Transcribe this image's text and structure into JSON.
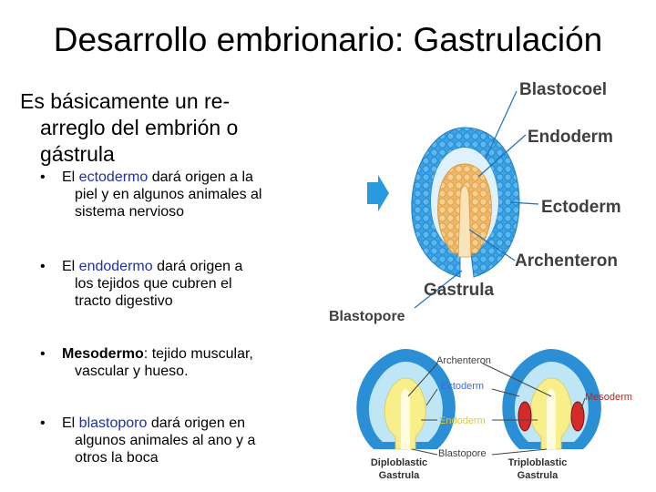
{
  "slide": {
    "title": "Desarrollo embrionario: Gastrulación",
    "intro_line1": "Es básicamente un re-",
    "intro_line2": "arreglo del embrión o",
    "intro_line3": "gástrula"
  },
  "bullets": [
    {
      "pre": "El ",
      "term": "ectodermo",
      "post_line1": " dará origen a la",
      "line2": "piel y en algunos animales al",
      "line3": "sistema nervioso"
    },
    {
      "pre": "El ",
      "term": "endodermo",
      "post_line1": " dará origen a",
      "line2": "los tejidos que cubren el",
      "line3": "tracto digestivo"
    },
    {
      "term": "Mesodermo",
      "post_line1": ": tejido muscular,",
      "line2": "vascular y hueso."
    },
    {
      "pre": "El ",
      "term": "blastoporo",
      "post_line1": " dará origen en",
      "line2": "algunos animales al ano y a",
      "line3": "otros la boca"
    }
  ],
  "figure_top": {
    "labels": {
      "blastocoel": "Blastocoel",
      "endoderm": "Endoderm",
      "ectoderm": "Ectoderm",
      "archenteron": "Archenteron",
      "gastrula": "Gastrula",
      "blastopore": "Blastopore"
    },
    "colors": {
      "ectoderm": "#3aa3e6",
      "endoderm": "#f5c87a",
      "arrow": "#2a9ae0"
    }
  },
  "figure_bottom": {
    "labels": {
      "archenteron": "Archenteron",
      "ectoderm": "Ectoderm",
      "endoderm": "Endoderm",
      "blastopore": "Blastopore",
      "mesoderm": "Mesoderm",
      "diplo_1": "Diploblastic",
      "diplo_2": "Gastrula",
      "triplo_1": "Triploblastic",
      "triplo_2": "Gastrula"
    },
    "colors": {
      "ectoderm": "#2b8fd6",
      "cavity": "#bfe6f7",
      "endoderm": "#f8ef8a",
      "mesoderm": "#d42a2a",
      "ectoderm_label": "#3a6fd1",
      "endoderm_label": "#d9c94a",
      "mesoderm_label": "#c02020"
    }
  }
}
